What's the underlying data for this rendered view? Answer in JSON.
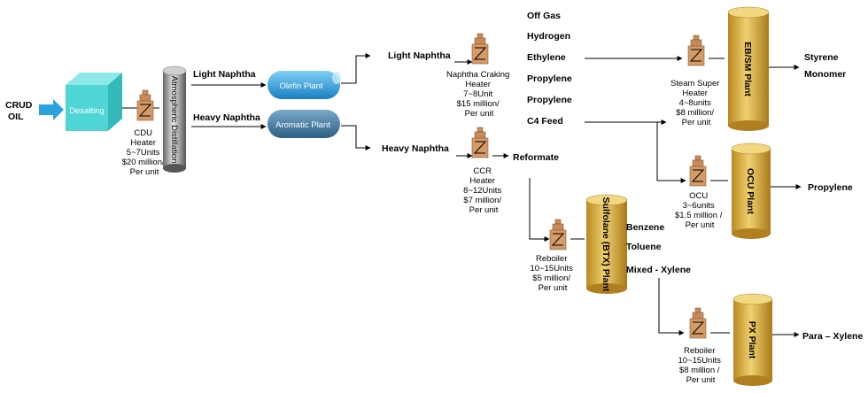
{
  "input": {
    "line1": "CRUD",
    "line2": "OIL"
  },
  "desalting": "Desalting",
  "atmospheric_distillation": "Atmospheric Distillation",
  "stream_labels": {
    "light_naphtha_1": "Light Naphtha",
    "heavy_naphtha_1": "Heavy Naphtha",
    "light_naphtha_2": "Light Naphtha",
    "heavy_naphtha_2": "Heavy Naphtha"
  },
  "plants": {
    "olefin": "Olefin Plant",
    "aromatic": "Aromatic Plant",
    "ebsm": "EB/SM Plant",
    "ocu": "OCU Plant",
    "sulfolane": "Sulfolane (BTX) Plant",
    "px": "PX Plant"
  },
  "olefin_products": [
    "Off Gas",
    "Hydrogen",
    "Ethylene",
    "Propylene",
    "Propylene",
    "C4 Feed"
  ],
  "reformate": "Reformate",
  "btx_products": [
    "Benzene",
    "Toluene",
    "Mixed - Xylene"
  ],
  "final_products": {
    "styrene_1": "Styrene",
    "styrene_2": "Monomer",
    "propylene": "Propylene",
    "para_xylene": "Para – Xylene"
  },
  "heaters": {
    "cdu": [
      "CDU",
      "Heater",
      "5~7Units",
      "$20 million/",
      "Per unit"
    ],
    "naphtha": [
      "Naphtha Craking",
      "Heater",
      "7~8Unit",
      "$15 million/",
      "Per unit"
    ],
    "ccr": [
      "CCR",
      "Heater",
      "8~12Units",
      "$7 million/",
      "Per unit"
    ],
    "reboiler_btx": [
      "Reboiler",
      "10~15Units",
      "$5 million/",
      "Per unit"
    ],
    "steam": [
      "Steam Super",
      "Heater",
      "4~8units",
      "$8 million/",
      "Per unit"
    ],
    "ocu": [
      "OCU",
      "3~6units",
      "$1.5 million /",
      "Per unit"
    ],
    "reboiler_px": [
      "Reboiler",
      "10~15Units",
      "$8 million /",
      "Per unit"
    ]
  },
  "colors": {
    "teal": "#4fd5d5",
    "arrow_blue": "#29a3e0",
    "gold": "#d8b040",
    "blue_plant": "#2f8fc0",
    "heater": "#c98a5a"
  }
}
